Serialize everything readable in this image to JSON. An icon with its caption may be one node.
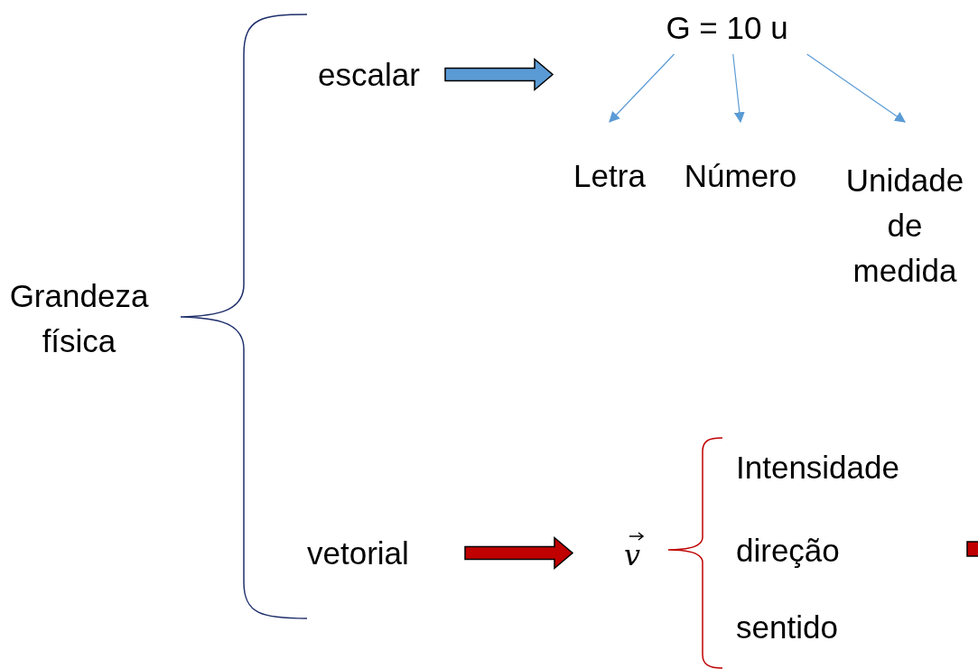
{
  "diagram": {
    "nodes": [
      {
        "text": [
          "Grandeza física"
        ]
      },
      {
        "text": [
          "escalar"
        ]
      },
      {
        "text": [
          "G = 10 u"
        ]
      },
      {
        "text": [
          "Letra"
        ]
      },
      {
        "text": [
          "Número"
        ]
      },
      {
        "text": [
          "Unidade de medida"
        ]
      },
      {
        "text": [
          "vetorial"
        ]
      },
      {
        "text": [
          "v"
        ]
      },
      {
        "text": [
          "Intensidade"
        ]
      },
      {
        "text": [
          "direção"
        ]
      },
      {
        "text": [
          "sentido"
        ]
      }
    ],
    "edges": [
      {
        "from": 1,
        "to": null,
        "arrow": "to",
        "style": "thick"
      },
      {
        "from": 2,
        "to": 3,
        "arrow": "to"
      },
      {
        "from": 2,
        "to": 4,
        "arrow": "to"
      },
      {
        "from": 2,
        "to": 5,
        "arrow": "to"
      },
      {
        "from": 6,
        "to": 7,
        "arrow": "to",
        "style": "thick",
        "color": "#c00000"
      }
    ]
  }
}
